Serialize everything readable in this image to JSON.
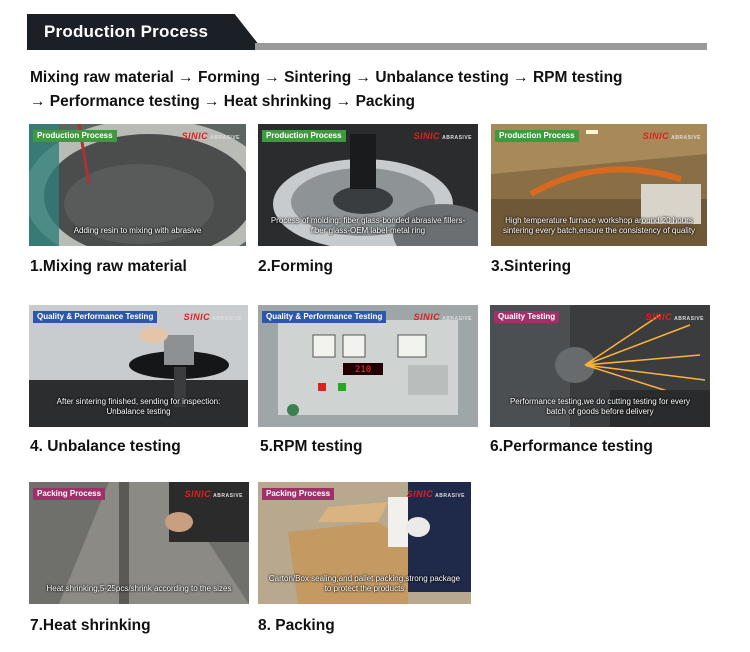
{
  "header": {
    "title": "Production Process"
  },
  "flow": {
    "line1": "Mixing raw material → Forming → Sintering → Unbalance testing → RPM testing",
    "line2": "→ Performance testing → Heat shrinking → Packing"
  },
  "brand": {
    "name": "SINIC",
    "sub": "ABRASIVE"
  },
  "steps": [
    {
      "tag": "Production Process",
      "subtitle": "Adding resin to mixing with abrasive",
      "label": "1.Mixing raw material"
    },
    {
      "tag": "Production Process",
      "subtitle": "Process of molding: fiber glass-bonded abrasive fillers-fiber glass-OEM label-metal ring",
      "label": "2.Forming"
    },
    {
      "tag": "Production Process",
      "subtitle": "High temperature furnace workshop around 20 hours sintering every batch,ensure the consistency of quality",
      "label": "3.Sintering"
    },
    {
      "tag": "Quality & Performance Testing",
      "subtitle": "After sintering finished, sending for inspection: Unbalance testing",
      "label": "4. Unbalance testing"
    },
    {
      "tag": "Quality & Performance Testing",
      "subtitle": "",
      "label": "5.RPM testing"
    },
    {
      "tag": "Quality Testing",
      "subtitle": "Performance testing,we do cutting testing for every batch of goods before delivery",
      "label": "6.Performance testing"
    },
    {
      "tag": "Packing Process",
      "subtitle": "Heat shrinking,5-25pcs/shrink according to the sizes",
      "label": "7.Heat shrinking"
    },
    {
      "tag": "Packing Process",
      "subtitle": "Carton/Box sealing,and pallet packing,strong package to protect the products",
      "label": "8. Packing"
    }
  ]
}
